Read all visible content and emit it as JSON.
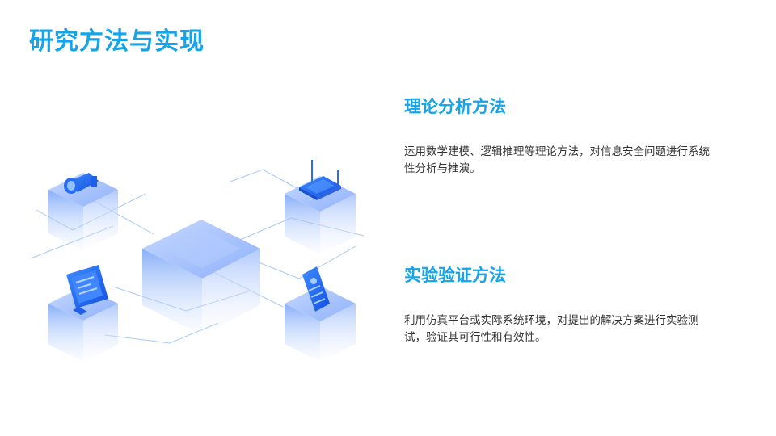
{
  "slide": {
    "title": "研究方法与实现"
  },
  "sections": [
    {
      "heading": "理论分析方法",
      "body": "运用数学建模、逻辑推理等理论方法，对信息安全问题进行系统性分析与推演。"
    },
    {
      "heading": "实验验证方法",
      "body": "利用仿真平台或实际系统环境，对提出的解决方案进行实验测试，验证其可行性和有效性。"
    }
  ],
  "colors": {
    "accent": "#14a4ea",
    "body_text": "#333333",
    "platform_blue": "#5b8cf5",
    "line_blue": "#9ec3f5"
  },
  "illustration": {
    "icons": [
      "camera-icon",
      "router-icon",
      "monitor-icon",
      "id-card-icon"
    ]
  }
}
